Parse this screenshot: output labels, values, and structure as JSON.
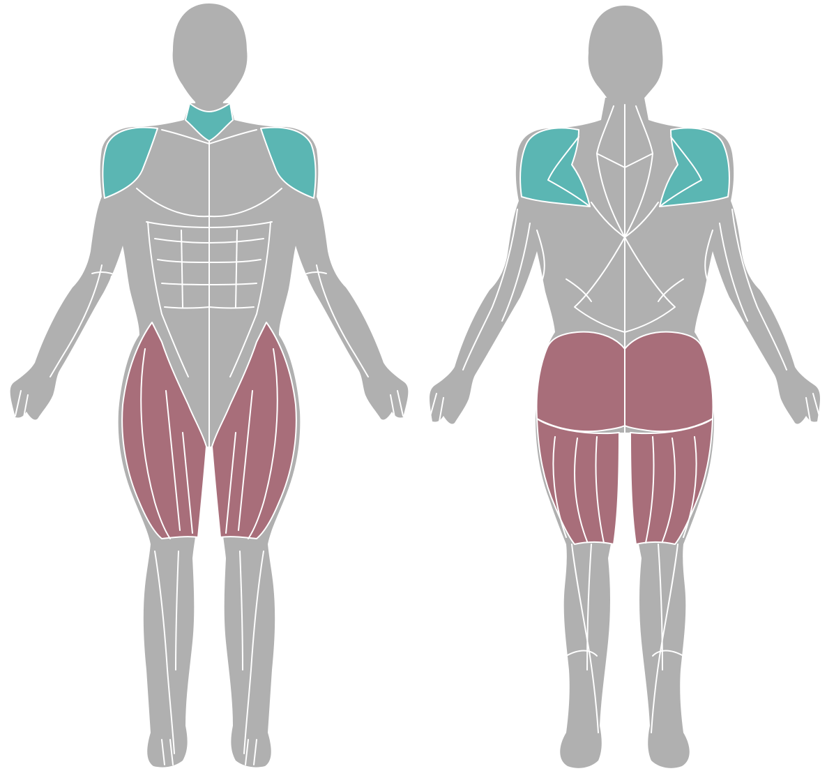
{
  "colors": {
    "background": "#ffffff",
    "body_base": "#b0b0b0",
    "muscle_outline": "#ffffff",
    "highlight_primary": "#a86e7a",
    "highlight_secondary": "#5bb6b3"
  },
  "views": [
    {
      "view": "front",
      "highlighted_muscles": [
        {
          "name": "neck",
          "color": "highlight_secondary"
        },
        {
          "name": "front-deltoid-left",
          "color": "highlight_secondary"
        },
        {
          "name": "front-deltoid-right",
          "color": "highlight_secondary"
        },
        {
          "name": "quadriceps-left",
          "color": "highlight_primary"
        },
        {
          "name": "quadriceps-right",
          "color": "highlight_primary"
        }
      ]
    },
    {
      "view": "back",
      "highlighted_muscles": [
        {
          "name": "rear-deltoid-left",
          "color": "highlight_secondary"
        },
        {
          "name": "rear-deltoid-right",
          "color": "highlight_secondary"
        },
        {
          "name": "gluteus-left",
          "color": "highlight_primary"
        },
        {
          "name": "gluteus-right",
          "color": "highlight_primary"
        },
        {
          "name": "hamstrings-left",
          "color": "highlight_primary"
        },
        {
          "name": "hamstrings-right",
          "color": "highlight_primary"
        }
      ]
    }
  ]
}
